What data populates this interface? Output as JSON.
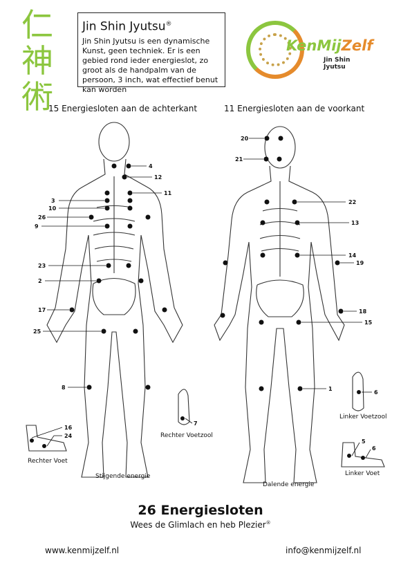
{
  "kanji": [
    "仁",
    "神",
    "術"
  ],
  "infobox": {
    "title": "Jin Shin Jyutsu",
    "registered": "®",
    "description": "Jin Shin Jyutsu is een dynamische Kunst, geen techniek. Er is een gebied rond ieder energieslot, zo groot als de handpalm van de persoon, 3 inch, wat effectief benut kan worden"
  },
  "logo": {
    "brand_part1": "KenMij",
    "brand_part2": "Zelf",
    "subtitle": "Jin Shin Jyutsu"
  },
  "back_heading": "15 Energiesloten aan de achterkant",
  "front_heading": "11 Energiesloten aan de voorkant",
  "back_labels": [
    "4",
    "12",
    "11",
    "3",
    "10",
    "26",
    "9",
    "23",
    "2",
    "17",
    "25",
    "8"
  ],
  "front_labels": [
    "20",
    "21",
    "22",
    "13",
    "14",
    "19",
    "18",
    "15",
    "1"
  ],
  "foot_labels": {
    "right_sole": "7",
    "right_foot": [
      "16",
      "24"
    ],
    "left_sole": "6",
    "left_foot": [
      "5",
      "6"
    ]
  },
  "captions": {
    "rechter_voetzool": "Rechter Voetzool",
    "rechter_voet": "Rechter Voet",
    "linker_voetzool": "Linker Voetzool",
    "linker_voet": "Linker Voet",
    "stijgende": "Stijgende energie",
    "dalende": "Dalende energie"
  },
  "main_title": "26 Energiesloten",
  "subtitle": "Wees de Glimlach en heb Plezier",
  "subtitle_mark": "®",
  "footer": {
    "website": "www.kenmijzelf.nl",
    "email": "info@kenmijzelf.nl"
  },
  "colors": {
    "kanji": "#8cc63f",
    "brand_green": "#8cc63f",
    "brand_orange": "#e58b2c",
    "dot": "#111111"
  }
}
